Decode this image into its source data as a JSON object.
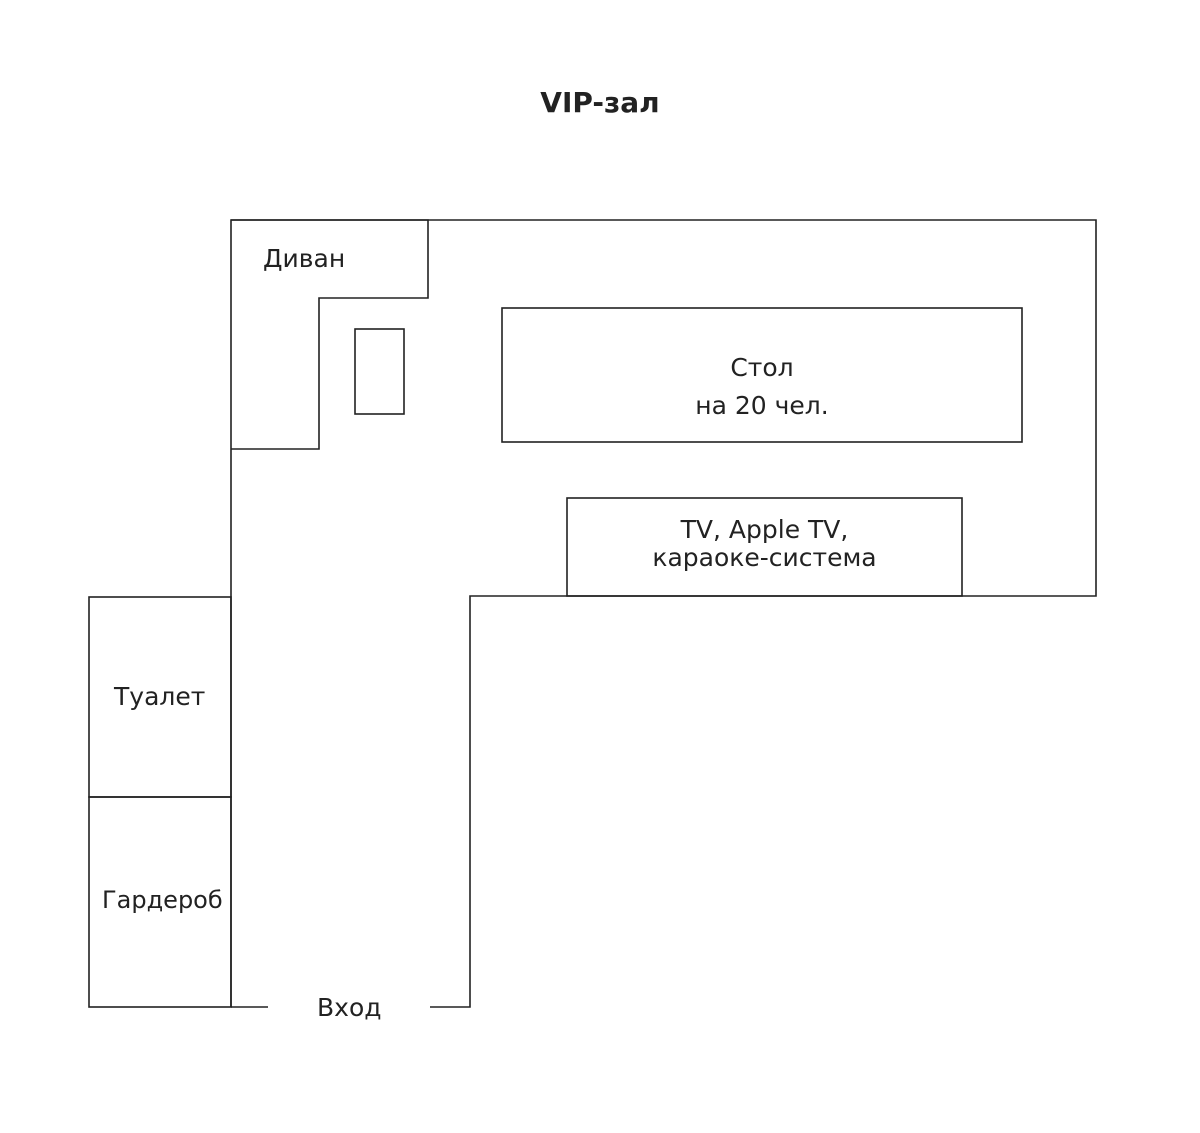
{
  "title": "VIP-зал",
  "rooms": {
    "sofa": "Диван",
    "table_line1": "Стол",
    "table_line2": "на 20 чел.",
    "tv_line1": "TV, Apple TV,",
    "tv_line2": "караоке-система",
    "toilet": "Туалет",
    "wardrobe": "Гардероб",
    "entrance": "Вход"
  },
  "colors": {
    "line": "#222222",
    "background": "#ffffff"
  }
}
